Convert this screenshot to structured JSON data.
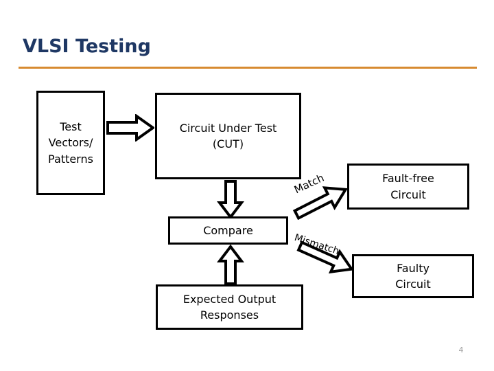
{
  "slide": {
    "title": "VLSI Testing",
    "page_number": "4",
    "accent_rule_color": "#D78A30",
    "title_color": "#1F3864"
  },
  "diagram": {
    "boxes": [
      {
        "name": "test-vectors",
        "label": "Test\nVectors/\nPatterns"
      },
      {
        "name": "cut",
        "label": "Circuit Under Test\n(CUT)"
      },
      {
        "name": "compare",
        "label": "Compare"
      },
      {
        "name": "expected",
        "label": "Expected Output\nResponses"
      },
      {
        "name": "fault-free",
        "label": "Fault-free\nCircuit"
      },
      {
        "name": "faulty",
        "label": "Faulty\nCircuit"
      }
    ],
    "box_labels": {
      "test_vectors_line1": "Test",
      "test_vectors_line2": "Vectors/",
      "test_vectors_line3": "Patterns",
      "cut_line1": "Circuit Under Test",
      "cut_line2": "(CUT)",
      "compare": "Compare",
      "expected_line1": "Expected Output",
      "expected_line2": "Responses",
      "fault_free_line1": "Fault-free",
      "fault_free_line2": "Circuit",
      "faulty_line1": "Faulty",
      "faulty_line2": "Circuit"
    },
    "arrows": [
      {
        "name": "vectors-to-cut",
        "direction": "right",
        "label": ""
      },
      {
        "name": "cut-to-compare",
        "direction": "down",
        "label": ""
      },
      {
        "name": "expected-to-compare",
        "direction": "up",
        "label": ""
      },
      {
        "name": "compare-to-faultfree",
        "direction": "up-right",
        "label": "Match"
      },
      {
        "name": "compare-to-faulty",
        "direction": "down-right",
        "label": "Mismatch"
      }
    ],
    "arrow_labels": {
      "match": "Match",
      "mismatch": "Mismatch"
    },
    "outline_color": "#000000"
  }
}
